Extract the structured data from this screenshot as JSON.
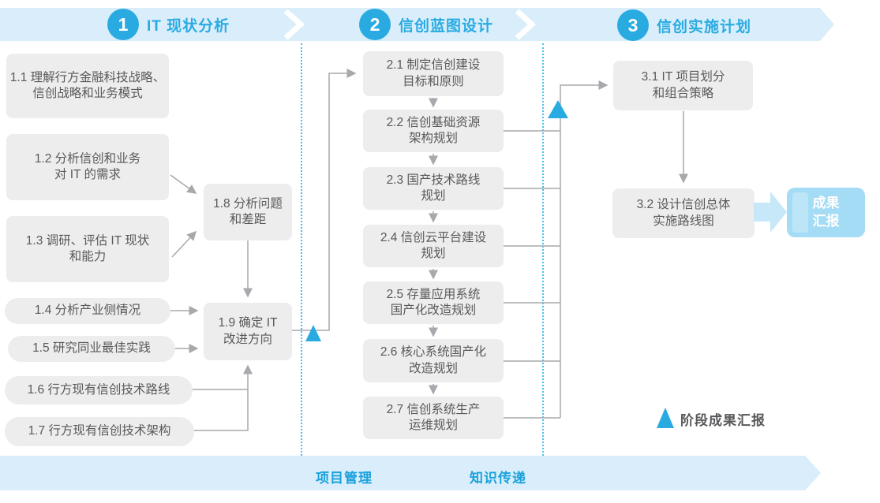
{
  "header": {
    "phases": [
      {
        "number": "1",
        "title": "IT 现状分析"
      },
      {
        "number": "2",
        "title": "信创蓝图设计"
      },
      {
        "number": "3",
        "title": "信创实施计划"
      }
    ]
  },
  "phase1": {
    "b11": "1.1 理解行方金融科技战略、\n信创战略和业务模式",
    "b12": "1.2 分析信创和业务\n对 IT 的需求",
    "b13": "1.3 调研、评估 IT 现状\n和能力",
    "b14": "1.4 分析产业侧情况",
    "b15": "1.5 研究同业最佳实践",
    "b16": "1.6 行方现有信创技术路线",
    "b17": "1.7 行方现有信创技术架构",
    "b18": "1.8 分析问题\n和差距",
    "b19": "1.9 确定 IT\n改进方向"
  },
  "phase2": {
    "b21": "2.1 制定信创建设\n目标和原则",
    "b22": "2.2 信创基础资源\n架构规划",
    "b23": "2.3 国产技术路线\n规划",
    "b24": "2.4 信创云平台建设\n规划",
    "b25": "2.5 存量应用系统\n国产化改造规划",
    "b26": "2.6 核心系统国产化\n改造规划",
    "b27": "2.7 信创系统生产\n运维规划"
  },
  "phase3": {
    "b31": "3.1 IT 项目划分\n和组合策略",
    "b32": "3.2 设计信创总体\n实施路线图",
    "result": "成果\n汇报"
  },
  "legend": {
    "label": "阶段成果汇报"
  },
  "footer": {
    "left": "项目管理",
    "right": "知识传递"
  },
  "colors": {
    "accent_blue": "#29abe2",
    "banner_bg": "#d9eefa",
    "box_bg": "#ededed",
    "box_text": "#58595b",
    "connector_gray": "#a7a9ac",
    "result_box_bg": "#a5dcf5",
    "thick_arrow_bg": "#c7e8f8"
  }
}
